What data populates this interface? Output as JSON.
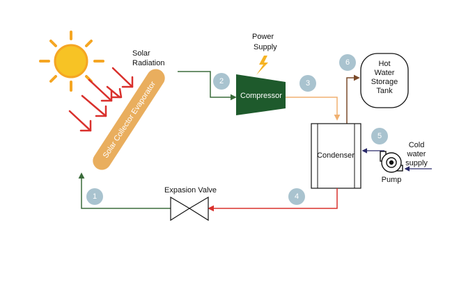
{
  "labels": {
    "solar_radiation": [
      "Solar",
      "Radiation"
    ],
    "power_supply": [
      "Power",
      "Supply"
    ],
    "evaporator": "Solar Collector Evaporator",
    "compressor": "Compressor",
    "condenser": "Condenser",
    "tank": [
      "Hot",
      "Water",
      "Storage",
      "Tank"
    ],
    "cold_water": [
      "Cold",
      "water",
      "supply"
    ],
    "pump": "Pump",
    "expansion_valve": "Expasion Valve"
  },
  "state_points": [
    "1",
    "2",
    "3",
    "4",
    "5",
    "6"
  ],
  "icons": [
    "sun-icon",
    "lightning-icon",
    "pump-icon"
  ],
  "colors": {
    "sun": "#f5a623",
    "sun_core": "#f7c325",
    "radiation_arrows": "#d9302c",
    "evaporator": "#e9ae5e",
    "compressor": "#1e5a2c",
    "lightning": "#f5b324",
    "marker": "#a9c3cf",
    "pipe_green": "#3a6b3a",
    "pipe_orange": "#f0b070",
    "pipe_red": "#d9302c",
    "pipe_brown": "#7a4a2a",
    "pipe_navy": "#2a2a6a"
  }
}
